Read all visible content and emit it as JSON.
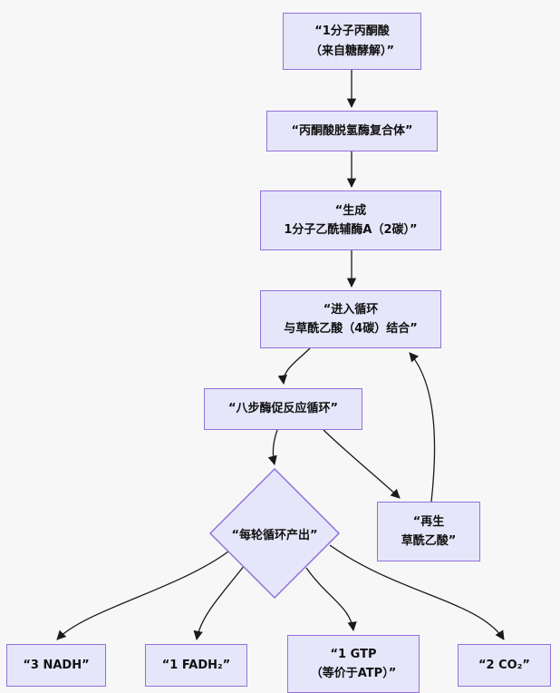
{
  "diagram": {
    "type": "flowchart",
    "colors": {
      "background": "#f7f7f7",
      "node_fill": "#e6e6fa",
      "node_border": "#9370db",
      "edge": "#1a1a1a",
      "text": "#111111"
    },
    "nodes": {
      "pyruvate": {
        "label": "“1分子丙酮酸\n（来自糖酵解）”",
        "shape": "box"
      },
      "pdh_complex": {
        "label": "“丙酮酸脱氢酶复合体”",
        "shape": "box"
      },
      "acetyl_coa": {
        "label": "“生成\n1分子乙酰辅酶A（2碳）”",
        "shape": "box"
      },
      "enter_cycle": {
        "label": "“进入循环\n与草酰乙酸（4碳）结合”",
        "shape": "box"
      },
      "eight_steps": {
        "label": "“八步酶促反应循环”",
        "shape": "box"
      },
      "per_cycle_output": {
        "label": "“每轮循环产出”",
        "shape": "diamond"
      },
      "regenerate_oaa": {
        "label": "“再生\n草酰乙酸”",
        "shape": "box"
      },
      "nadh": {
        "label": "“3 NADH”",
        "shape": "box"
      },
      "fadh2": {
        "label": "“1 FADH₂”",
        "shape": "box"
      },
      "gtp": {
        "label": "“1 GTP\n（等价于ATP）”",
        "shape": "box"
      },
      "co2": {
        "label": "“2 CO₂”",
        "shape": "box"
      }
    },
    "edges": [
      {
        "from": "pyruvate",
        "to": "pdh_complex"
      },
      {
        "from": "pdh_complex",
        "to": "acetyl_coa"
      },
      {
        "from": "acetyl_coa",
        "to": "enter_cycle"
      },
      {
        "from": "enter_cycle",
        "to": "eight_steps"
      },
      {
        "from": "eight_steps",
        "to": "per_cycle_output"
      },
      {
        "from": "eight_steps",
        "to": "regenerate_oaa"
      },
      {
        "from": "regenerate_oaa",
        "to": "enter_cycle"
      },
      {
        "from": "per_cycle_output",
        "to": "nadh"
      },
      {
        "from": "per_cycle_output",
        "to": "fadh2"
      },
      {
        "from": "per_cycle_output",
        "to": "gtp"
      },
      {
        "from": "per_cycle_output",
        "to": "co2"
      }
    ]
  }
}
